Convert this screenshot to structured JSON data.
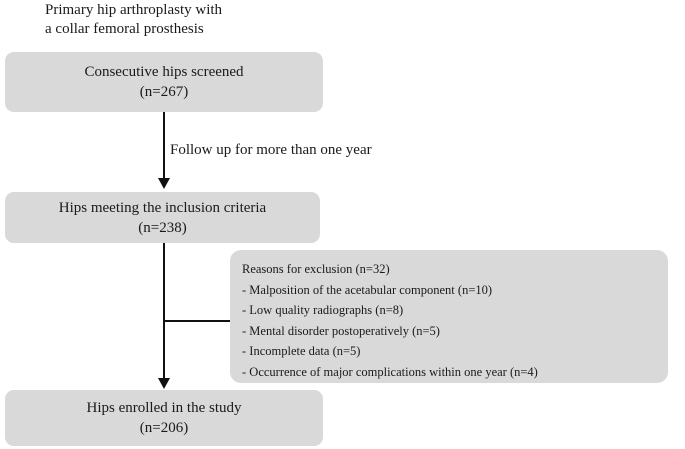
{
  "diagram": {
    "title_caption": "Primary hip arthroplasty with\na collar femoral prosthesis",
    "fill_color": "#d9d9d9",
    "line_color": "#111111",
    "text_color": "#1a1a1a"
  },
  "nodes": {
    "screened": {
      "line1": "Consecutive hips screened",
      "line2": "(n=267)",
      "count": 267
    },
    "inclusion": {
      "line1": "Hips meeting the inclusion criteria",
      "line2": "(n=238)",
      "count": 238
    },
    "enrolled": {
      "line1": "Hips enrolled in the study",
      "line2": "(n=206)",
      "count": 206
    }
  },
  "edges": {
    "followup_label": "Follow up for more than one year"
  },
  "exclusion": {
    "heading": "Reasons for exclusion (n=32)",
    "total": 32,
    "reasons": [
      {
        "text": "- Malposition of the acetabular component (n=10)",
        "count": 10
      },
      {
        "text": "- Low quality radiographs (n=8)",
        "count": 8
      },
      {
        "text": "- Mental disorder postoperatively (n=5)",
        "count": 5
      },
      {
        "text": "- Incomplete data (n=5)",
        "count": 5
      },
      {
        "text": "- Occurrence of major complications within one year (n=4)",
        "count": 4
      }
    ]
  }
}
